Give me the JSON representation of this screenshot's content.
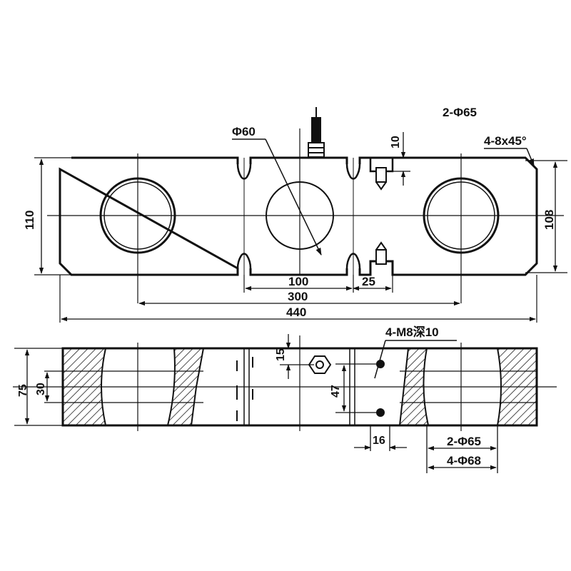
{
  "top_view": {
    "labels": {
      "hole_center_dia": "Φ60",
      "side_holes_dia": "2-Φ65",
      "chamfer": "4-8x45°",
      "slot_depth": "10",
      "height_left": "110",
      "height_right": "108",
      "dim_100": "100",
      "dim_25": "25",
      "dim_300": "300",
      "dim_440": "440"
    }
  },
  "side_view": {
    "labels": {
      "thread": "4-M8深10",
      "dim_15": "15",
      "dim_47": "47",
      "dim_75": "75",
      "dim_30": "30",
      "dim_16": "16",
      "bore_65": "2-Φ65",
      "bore_68": "4-Φ68"
    }
  }
}
